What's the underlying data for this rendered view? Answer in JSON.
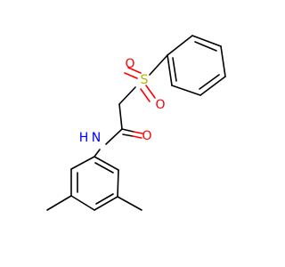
{
  "molecule": {
    "atoms": {
      "sulfur": {
        "symbol": "S",
        "color": "#b3b300"
      },
      "oxygen_top": {
        "symbol": "O",
        "color": "#ff0000"
      },
      "oxygen_bottom": {
        "symbol": "O",
        "color": "#ff0000"
      },
      "oxygen_carbonyl": {
        "symbol": "O",
        "color": "#ff0000"
      },
      "nitrogen": {
        "symbol": "N",
        "color": "#0000ff"
      },
      "hydrogen": {
        "symbol": "H",
        "color": "#0000ff"
      }
    }
  }
}
